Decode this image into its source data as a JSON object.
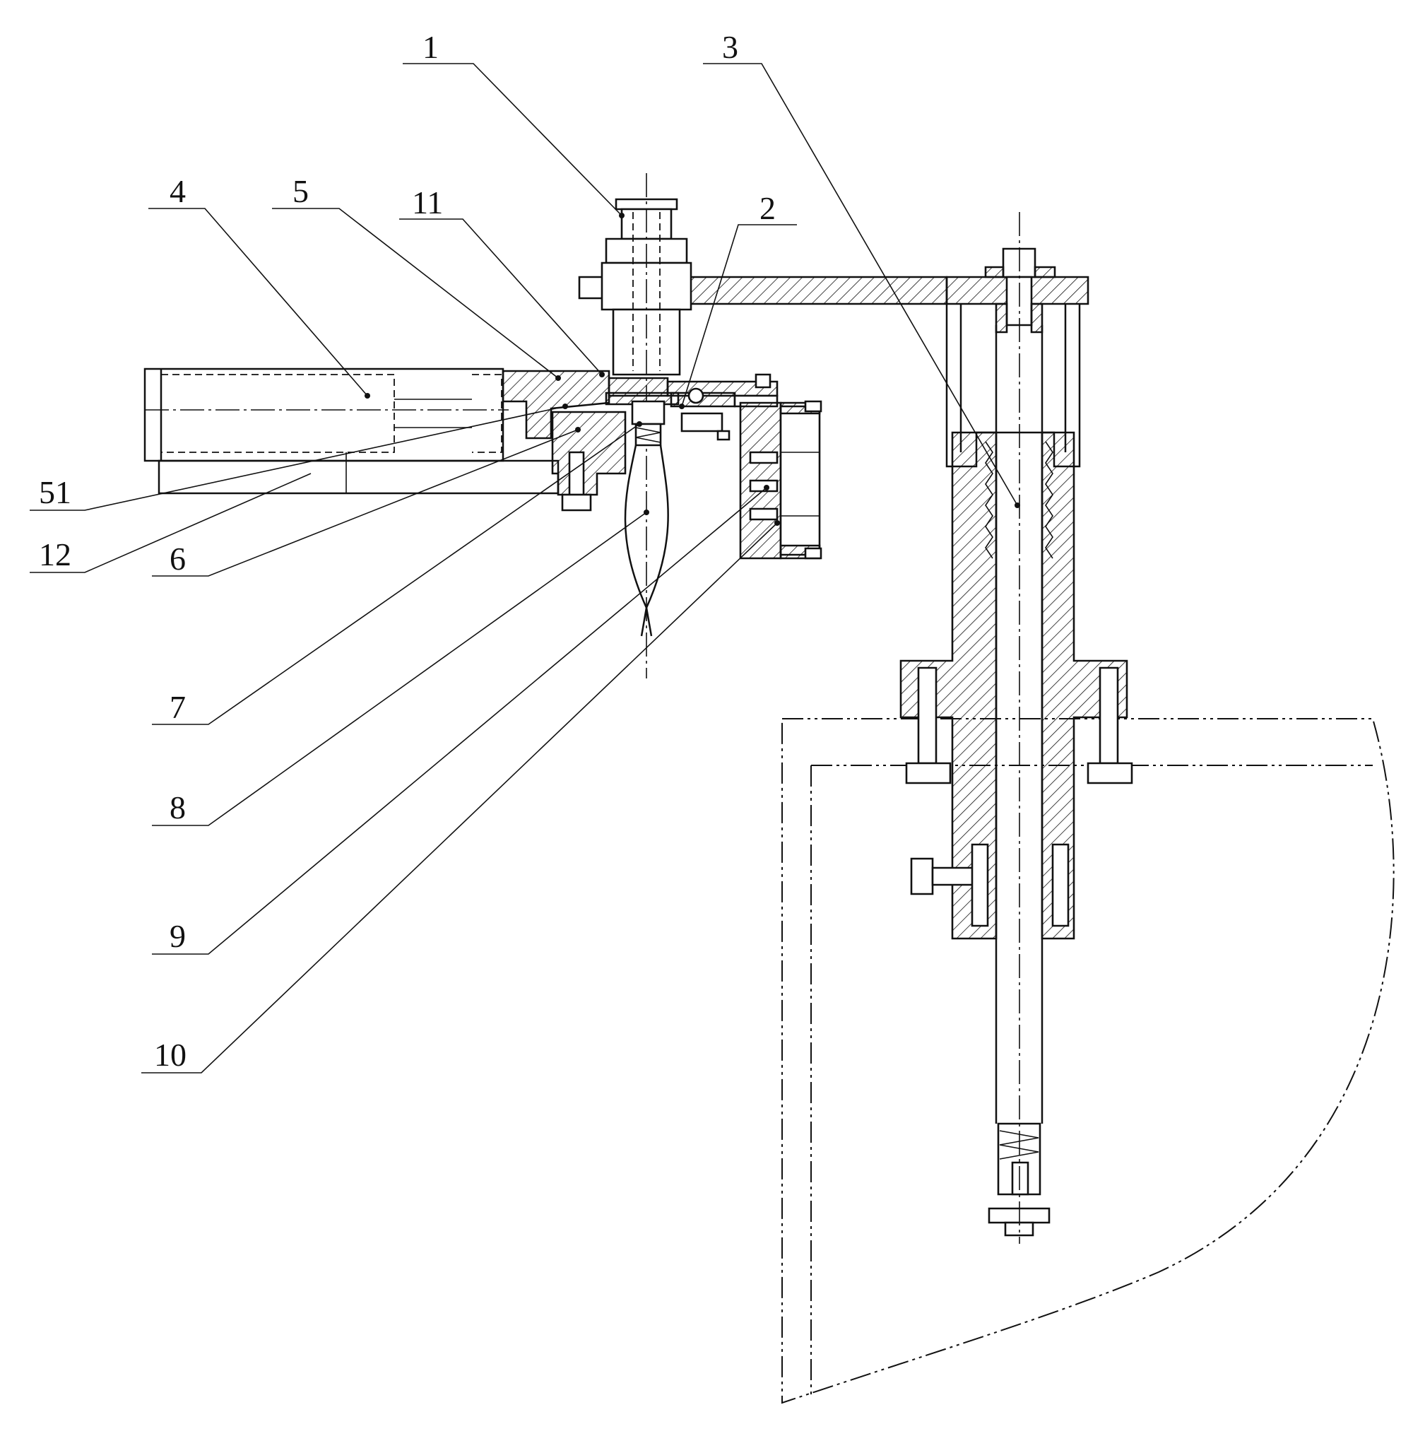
{
  "labels": [
    {
      "id": "1",
      "text": "1"
    },
    {
      "id": "3",
      "text": "3"
    },
    {
      "id": "4",
      "text": "4"
    },
    {
      "id": "5",
      "text": "5"
    },
    {
      "id": "11",
      "text": "11"
    },
    {
      "id": "2",
      "text": "2"
    },
    {
      "id": "51",
      "text": "51"
    },
    {
      "id": "12",
      "text": "12"
    },
    {
      "id": "6",
      "text": "6"
    },
    {
      "id": "7",
      "text": "7"
    },
    {
      "id": "8",
      "text": "8"
    },
    {
      "id": "9",
      "text": "9"
    },
    {
      "id": "10",
      "text": "10"
    }
  ]
}
